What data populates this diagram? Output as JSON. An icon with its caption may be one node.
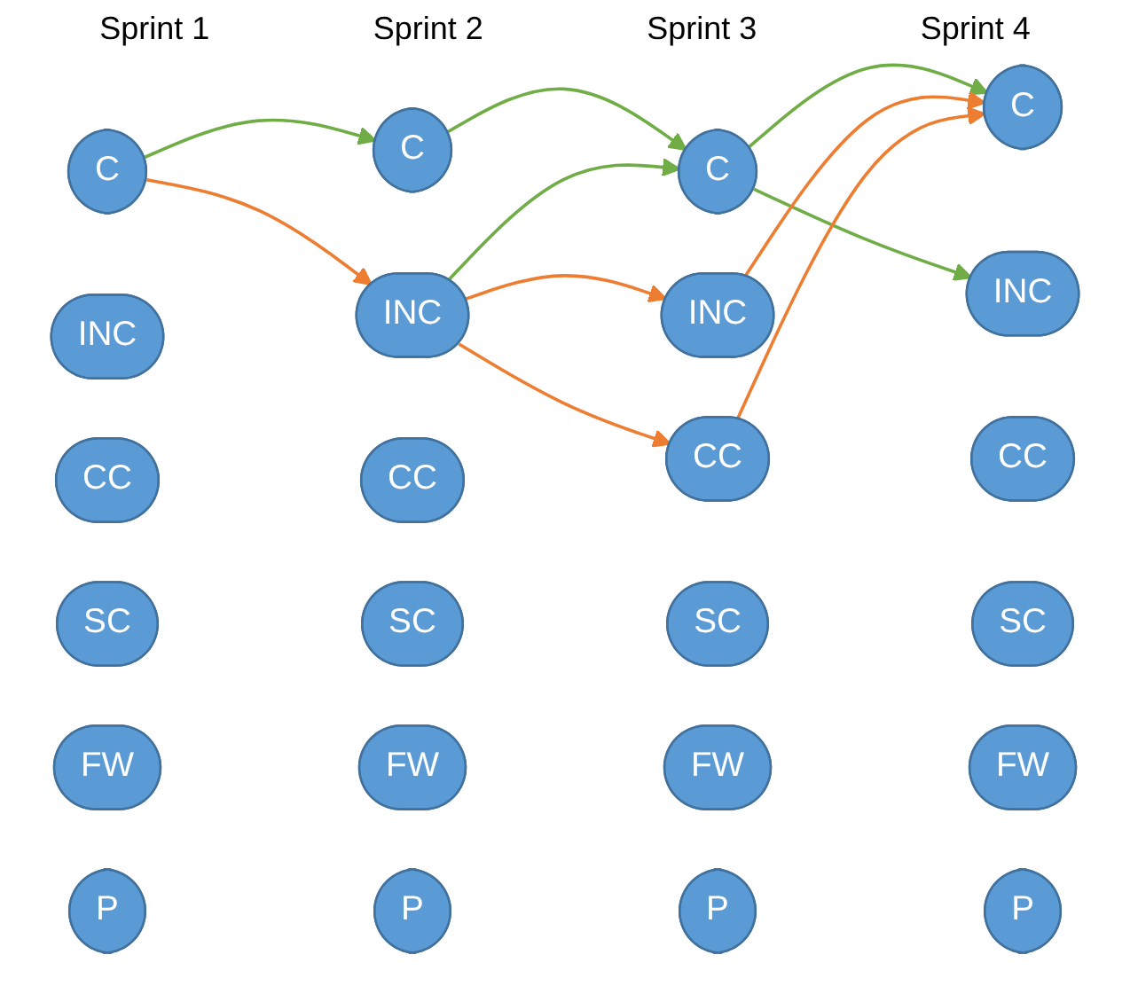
{
  "diagram": {
    "nodes": [
      {
        "text": [
          "C"
        ]
      },
      {
        "text": [
          "INC"
        ]
      },
      {
        "text": [
          "CC"
        ]
      },
      {
        "text": [
          "SC"
        ]
      },
      {
        "text": [
          "FW"
        ]
      },
      {
        "text": [
          "P"
        ]
      },
      {
        "text": [
          "C"
        ]
      },
      {
        "text": [
          "INC"
        ]
      },
      {
        "text": [
          "CC"
        ]
      },
      {
        "text": [
          "SC"
        ]
      },
      {
        "text": [
          "FW"
        ]
      },
      {
        "text": [
          "P"
        ]
      },
      {
        "text": [
          "C"
        ]
      },
      {
        "text": [
          "INC"
        ]
      },
      {
        "text": [
          "CC"
        ]
      },
      {
        "text": [
          "SC"
        ]
      },
      {
        "text": [
          "FW"
        ]
      },
      {
        "text": [
          "P"
        ]
      },
      {
        "text": [
          "C"
        ]
      },
      {
        "text": [
          "INC"
        ]
      },
      {
        "text": [
          "CC"
        ]
      },
      {
        "text": [
          "SC"
        ]
      },
      {
        "text": [
          "FW"
        ]
      },
      {
        "text": [
          "P"
        ]
      }
    ],
    "edges": [
      {
        "from": 0,
        "to": 6,
        "arrow": "to",
        "color": "#70ad47"
      },
      {
        "from": 0,
        "to": 7,
        "arrow": "to",
        "color": "#ed7d31"
      },
      {
        "from": 6,
        "to": 12,
        "arrow": "to",
        "color": "#70ad47"
      },
      {
        "from": 7,
        "to": 12,
        "arrow": "to",
        "color": "#70ad47"
      },
      {
        "from": 7,
        "to": 13,
        "arrow": "to",
        "color": "#ed7d31"
      },
      {
        "from": 7,
        "to": 14,
        "arrow": "to",
        "color": "#ed7d31"
      },
      {
        "from": 12,
        "to": 18,
        "arrow": "to",
        "color": "#70ad47"
      },
      {
        "from": 12,
        "to": 19,
        "arrow": "to",
        "color": "#70ad47"
      },
      {
        "from": 13,
        "to": 18,
        "arrow": "to",
        "color": "#ed7d31"
      },
      {
        "from": 14,
        "to": 18,
        "arrow": "to",
        "color": "#ed7d31"
      }
    ],
    "labels": [
      "Sprint 1",
      "Sprint 2",
      "Sprint 3",
      "Sprint 4"
    ]
  }
}
